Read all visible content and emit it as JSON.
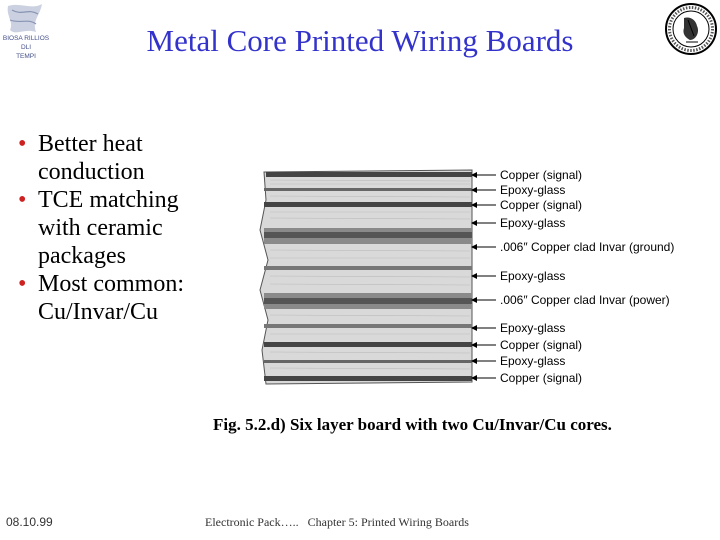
{
  "title": "Metal Core Printed Wiring Boards",
  "logo_left_text": "BIOSA RILLIOS DLI TEMPI",
  "bullets": [
    [
      "Better heat",
      "conduction"
    ],
    [
      "TCE matching",
      "with ceramic",
      "packages"
    ],
    [
      "Most common:",
      "Cu/Invar/Cu"
    ]
  ],
  "layers": [
    "Copper (signal)",
    "Epoxy-glass",
    "Copper (signal)",
    "Epoxy-glass",
    ".006″ Copper clad Invar (ground)",
    "Epoxy-glass",
    ".006″ Copper clad Invar (power)",
    "Epoxy-glass",
    "Copper (signal)",
    "Epoxy-glass",
    "Copper (signal)"
  ],
  "caption": "Fig. 5.2.d) Six layer board with two Cu/Invar/Cu cores.",
  "footer": {
    "date": "08.10.99",
    "center": "Electronic Pack…..   Chapter 5: Printed Wiring Boards"
  },
  "colors": {
    "title": "#3333cc",
    "bullet": "#cc2222"
  }
}
